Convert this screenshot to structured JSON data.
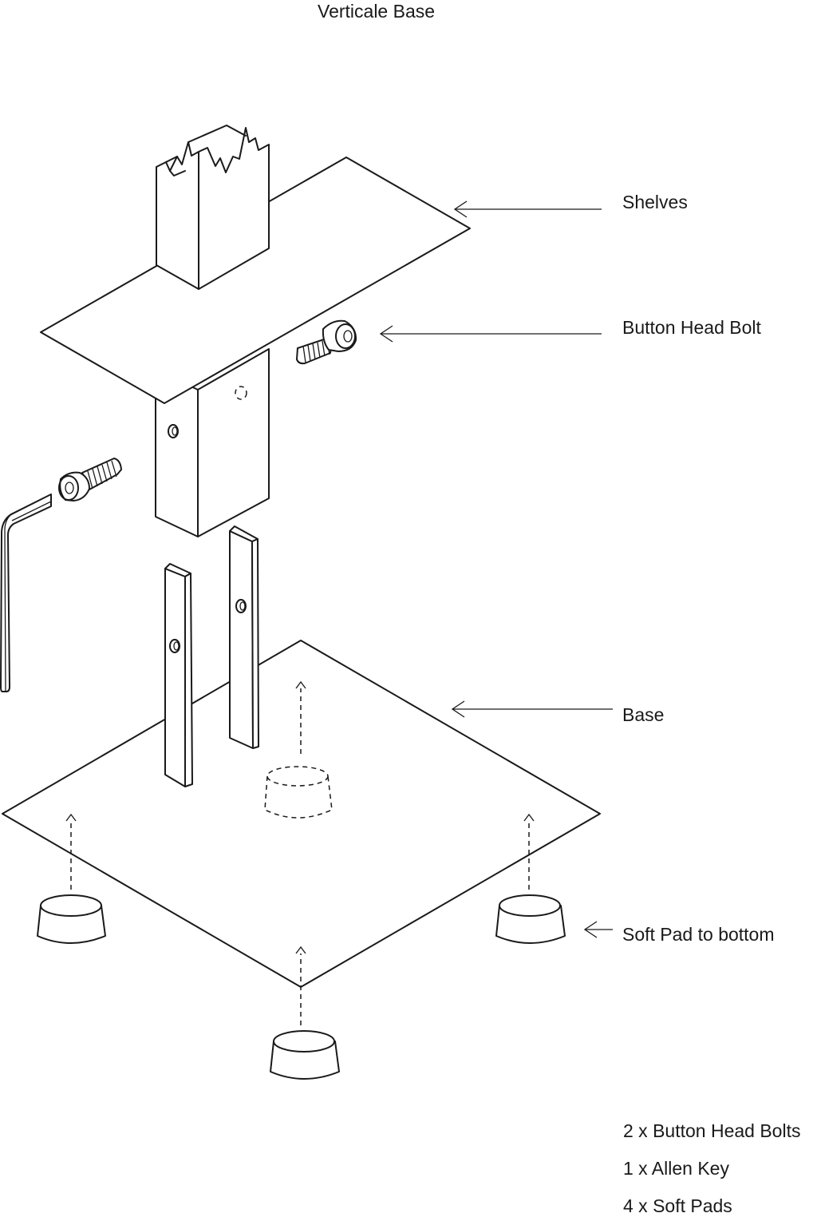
{
  "title": "Verticale Base",
  "parts": {
    "shelves": "Shelves",
    "button_head_bolt": "Button Head Bolt",
    "base": "Base",
    "soft_pad": "Soft Pad to bottom"
  },
  "contents": [
    "2 x Button Head Bolts",
    "1 x Allen Key",
    "4 x Soft Pads"
  ]
}
